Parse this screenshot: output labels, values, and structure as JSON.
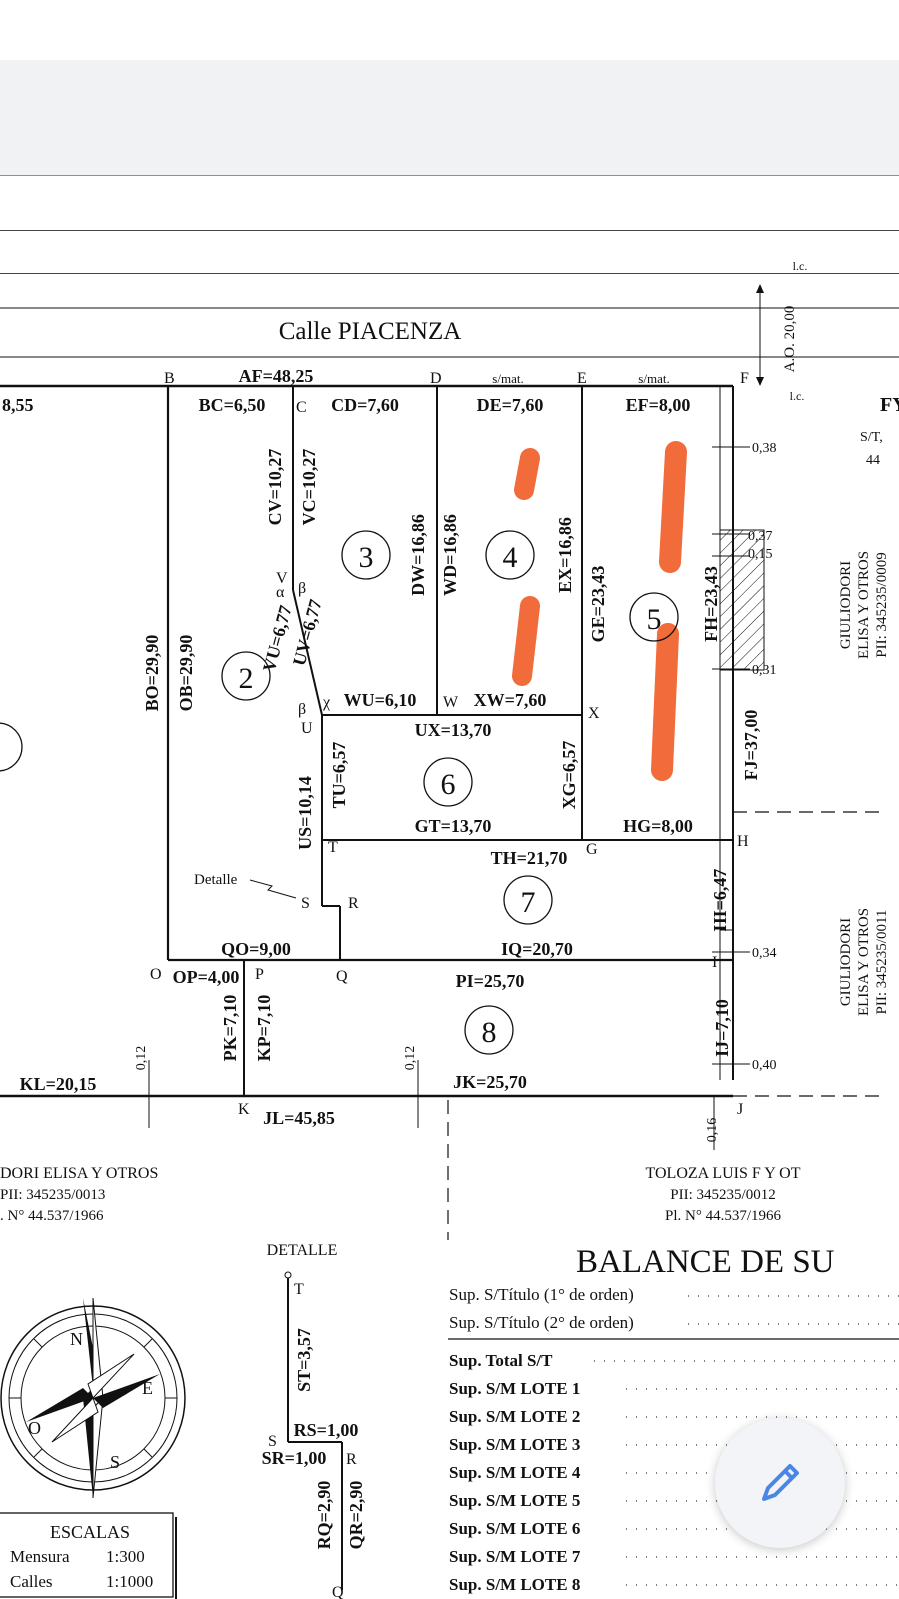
{
  "street": {
    "name": "Calle PIACENZA",
    "width_label": "A.O. 20,00",
    "lc": "l.c."
  },
  "points": [
    "B",
    "C",
    "D",
    "E",
    "F",
    "V",
    "U",
    "W",
    "X",
    "T",
    "G",
    "H",
    "S",
    "R",
    "O",
    "P",
    "Q",
    "I",
    "K",
    "J"
  ],
  "greek": {
    "alpha": "α",
    "beta": "β",
    "chi": "χ"
  },
  "smat": "s/mat.",
  "lots": [
    "2",
    "3",
    "4",
    "5",
    "6",
    "7",
    "8"
  ],
  "partial": {
    "left_measure": "8,55",
    "fy": "FY",
    "st": "S/T,",
    "n44": "44"
  },
  "measures": {
    "AF": "AF=48,25",
    "BC": "BC=6,50",
    "CD": "CD=7,60",
    "DE": "DE=7,60",
    "EF": "EF=8,00",
    "CV": "CV=10,27",
    "VC": "VC=10,27",
    "VU": "VU=6,77",
    "UV": "UV=6,77",
    "DW": "DW=16,86",
    "WD": "WD=16,86",
    "EX": "EX=16,86",
    "GE": "GE=23,43",
    "FH": "FH=23,43",
    "BO": "BO=29,90",
    "OB": "OB=29,90",
    "WU": "WU=6,10",
    "XW": "XW=7,60",
    "UX": "UX=13,70",
    "TU": "TU=6,57",
    "XG": "XG=6,57",
    "FJ": "FJ=37,00",
    "US": "US=10,14",
    "GT": "GT=13,70",
    "HG": "HG=8,00",
    "TH": "TH=21,70",
    "HI": "HI=6,47",
    "QO": "QO=9,00",
    "IQ": "IQ=20,70",
    "OP": "OP=4,00",
    "PI": "PI=25,70",
    "PK": "PK=7,10",
    "KP": "KP=7,10",
    "IJ": "IJ=7,10",
    "KL": "KL=20,15",
    "JK": "JK=25,70",
    "JL": "JL=45,85"
  },
  "offsets": {
    "o038": "0,38",
    "o037": "0,37",
    "o015": "0,15",
    "o031": "0,31",
    "o034": "0,34",
    "o040": "0,40",
    "o012": "0,12",
    "o016": "0,16"
  },
  "detalle_label": "Detalle",
  "neighbors": {
    "right_top": [
      "GIULIODORI",
      "ELISA Y OTROS",
      "PII: 345235/0009"
    ],
    "right_bottom": [
      "GIULIODORI",
      "ELISA Y OTROS",
      "PII: 345235/0011"
    ],
    "bottom_left": [
      "DORI ELISA Y OTROS",
      "PII: 345235/0013",
      ". N° 44.537/1966"
    ],
    "bottom_right": [
      "TOLOZA LUIS F Y OT",
      "PII: 345235/0012",
      "Pl. N° 44.537/1966"
    ]
  },
  "detalle": {
    "title": "DETALLE",
    "points": [
      "T",
      "S",
      "R",
      "Q"
    ],
    "ST": "ST=3,57",
    "RS": "RS=1,00",
    "SR": "SR=1,00",
    "RQ": "RQ=2,90",
    "QR": "QR=2,90"
  },
  "compass": {
    "N": "N",
    "E": "E",
    "S": "S",
    "O": "O"
  },
  "escalas": {
    "title": "ESCALAS",
    "rows": [
      [
        "Mensura",
        "1:300"
      ],
      [
        "Calles",
        "1:1000"
      ]
    ]
  },
  "balance": {
    "title": "BALANCE DE SU",
    "rows": [
      "Sup. S/Título (1° de orden)",
      "Sup. S/Título (2° de orden)",
      "Sup. Total S/T",
      "Sup. S/M LOTE 1",
      "Sup. S/M LOTE 2",
      "Sup. S/M LOTE 3",
      "Sup. S/M LOTE 4",
      "Sup. S/M LOTE 5",
      "Sup. S/M LOTE 6",
      "Sup. S/M LOTE 7",
      "Sup. S/M LOTE 8"
    ]
  },
  "colors": {
    "ink": "#111111",
    "marker": "#f26b3a",
    "toolbar": "#f1f2f4",
    "fab_icon": "#4a86e8"
  },
  "fab": {
    "icon": "pencil-icon"
  }
}
